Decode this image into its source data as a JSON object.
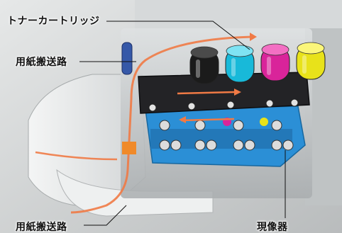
{
  "labels": {
    "toner_cartridge": "トナーカートリッジ",
    "paper_path_upper": "用紙搬送路",
    "paper_path_lower": "用紙搬送路",
    "developer": "現像器"
  },
  "toners": [
    {
      "color": "#1b1b1b",
      "highlight": "#4a4a4a"
    },
    {
      "color": "#18b9d9",
      "highlight": "#7ee3f3"
    },
    {
      "color": "#d9249a",
      "highlight": "#f36fc3"
    },
    {
      "color": "#e8e21a",
      "highlight": "#fbf67a"
    }
  ],
  "colors": {
    "paper_path": "#f07a45",
    "belt": "#232326",
    "developer_base": "#2b8fd6",
    "chassis": "#c9cccd"
  }
}
